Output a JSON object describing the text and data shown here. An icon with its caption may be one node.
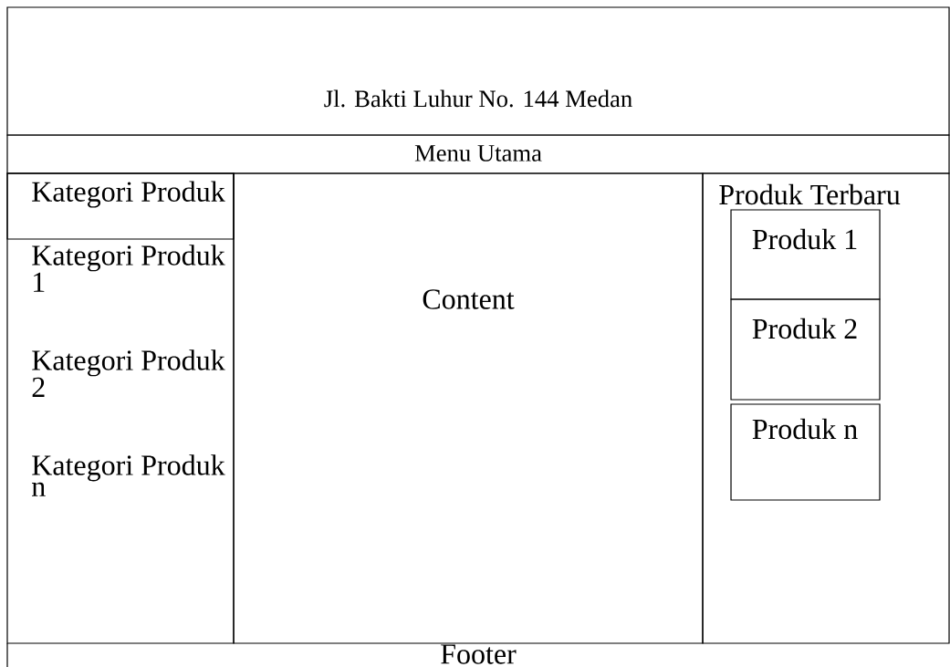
{
  "diagram": {
    "nodes": [
      {
        "text": [
          "Jl. Bakti Luhur No. 144 Medan"
        ]
      },
      {
        "text": [
          "Menu Utama"
        ]
      },
      {
        "text": [
          "Kategori Produk 1",
          "Kategori Produk 2",
          "Kategori Produk n"
        ]
      },
      {
        "text": [
          "Kategori Produk"
        ],
        "in": 2
      },
      {
        "text": [
          "Content"
        ]
      },
      {
        "text": [
          "Produk Terbaru"
        ]
      },
      {
        "text": [
          "Produk 1"
        ],
        "in": 5
      },
      {
        "text": [
          "Produk 2"
        ],
        "in": 5
      },
      {
        "text": [
          "Produk n"
        ],
        "in": 5
      },
      {
        "text": [
          "Footer"
        ]
      }
    ]
  }
}
